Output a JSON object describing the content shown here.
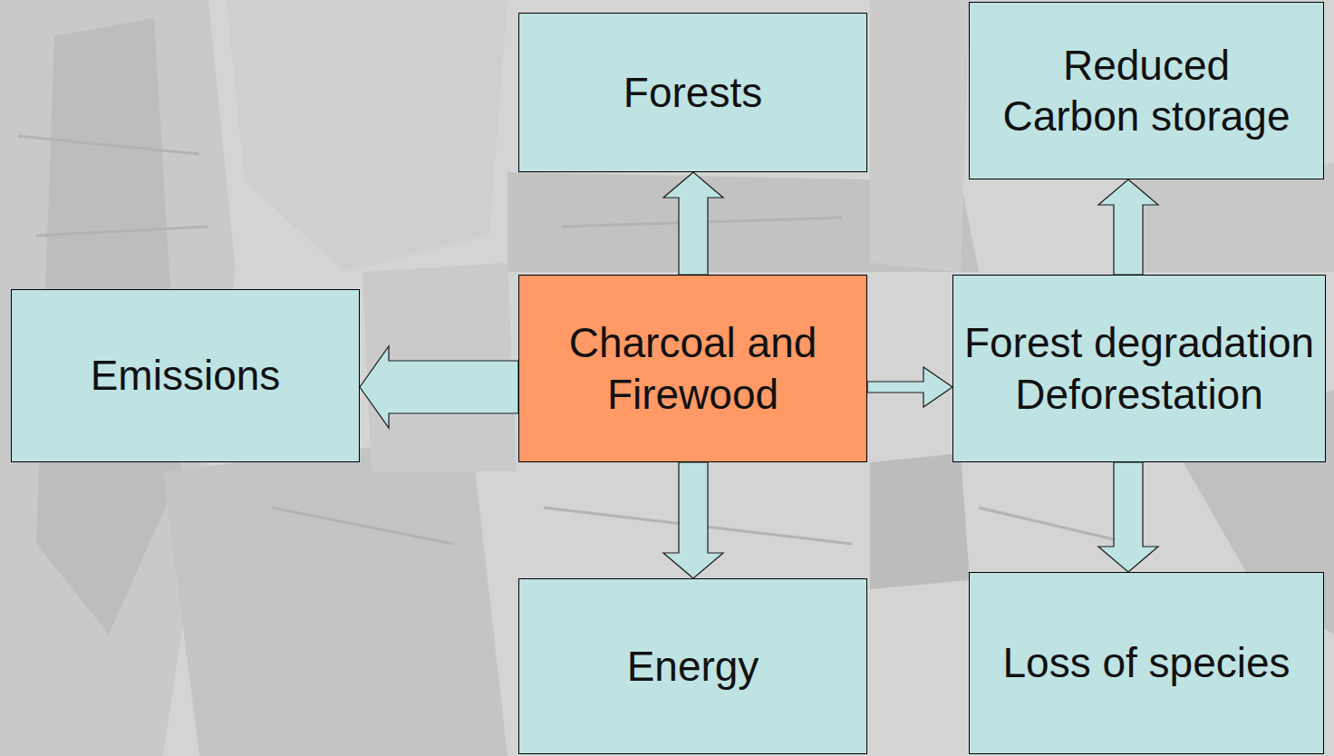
{
  "diagram": {
    "nodes": [
      {
        "text": [
          "Forests"
        ]
      },
      {
        "text": [
          "Reduced Carbon storage"
        ]
      },
      {
        "text": [
          "Emissions"
        ]
      },
      {
        "text": [
          "Charcoal and Firewood"
        ]
      },
      {
        "text": [
          "Forest degradation Deforestation"
        ]
      },
      {
        "text": [
          "Energy"
        ]
      },
      {
        "text": [
          "Loss of species"
        ]
      }
    ],
    "edges": [
      {
        "from": 3,
        "to": 0,
        "arrow": "to"
      },
      {
        "from": 3,
        "to": 2,
        "arrow": "to"
      },
      {
        "from": 3,
        "to": 4,
        "arrow": "to"
      },
      {
        "from": 3,
        "to": 5,
        "arrow": "to"
      },
      {
        "from": 4,
        "to": 1,
        "arrow": "to"
      },
      {
        "from": 4,
        "to": 6,
        "arrow": "to"
      }
    ]
  }
}
